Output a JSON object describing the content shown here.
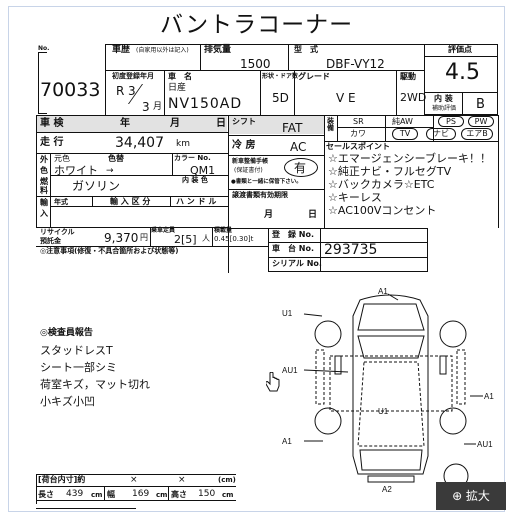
{
  "title": "バントラコーナー",
  "stock": {
    "no_label": "No.",
    "number": "70033"
  },
  "history": {
    "label": "車歴",
    "sub": "(自家用以外は記入)",
    "value": ""
  },
  "displacement": {
    "label": "排気量",
    "value": "1500"
  },
  "model": {
    "label": "型　式",
    "value": "DBF-VY12"
  },
  "score": {
    "label": "評価点",
    "value": "4.5"
  },
  "first_reg": {
    "label": "初度登録年月",
    "era": "R",
    "year": "3",
    "month": "3",
    "month_unit": "月"
  },
  "car_name": {
    "label": "車　名",
    "maker": "日産",
    "value": "NV150AD"
  },
  "doors": {
    "label": "形状・ドア数",
    "value": "5D"
  },
  "grade": {
    "label": "グレード",
    "value": "V E"
  },
  "drive": {
    "label": "駆動",
    "value": "2WD"
  },
  "interior": {
    "label1": "内 装",
    "label2": "補助評価",
    "value": "B"
  },
  "inspection": {
    "label": "車 検",
    "y": "年",
    "m": "月",
    "d": "日"
  },
  "mileage": {
    "label": "走 行",
    "value": "34,407",
    "unit": "km"
  },
  "shift": {
    "label": "シフト",
    "value": "FAT"
  },
  "aircon": {
    "label": "冷 房",
    "value": "AC"
  },
  "equip": {
    "label": "装備",
    "sr": "SR",
    "leather": "純AW",
    "ps": "PS",
    "pw": "PW",
    "kawa": "カワ",
    "tv": "TV",
    "navi": "ナビ",
    "airbag": "エアB"
  },
  "color": {
    "label1": "外",
    "label2": "色",
    "orig_label": "元色",
    "value": "ホワイト",
    "arrow": "→",
    "color_no_label": "カラー No.",
    "color_no": "QM1",
    "interior_label": "内 装 色"
  },
  "new_warranty": {
    "label1": "新車整備手帳",
    "label2": "(保証書付)",
    "value": "有",
    "note": "●書類と一緒に保管下さい。"
  },
  "fuel": {
    "label1": "燃",
    "label2": "料",
    "value": "ガソリン"
  },
  "sales_points": {
    "label": "セールスポイント",
    "items": [
      "☆エマージェンシーブレーキ！！",
      "☆純正ナビ・フルセグTV",
      "☆バックカメラ☆ETC",
      "☆キーレス",
      "☆AC100Vコンセント"
    ]
  },
  "import": {
    "label1": "輸",
    "label2": "入",
    "year": "年式",
    "cat_label": "輸 入 区 分",
    "handle_label": "ハ ン ド ル"
  },
  "doc_expiry": {
    "label": "譲渡書類有効期限",
    "m": "月",
    "d": "日"
  },
  "recycle": {
    "label1": "リサイクル",
    "label2": "預託金",
    "value": "9,370",
    "unit": "円",
    "capacity_label": "乗車定員",
    "capacity": "2[5]",
    "capacity_unit": "人",
    "load_label": "積載量",
    "load": "0.45[0.30]t"
  },
  "reg_no": {
    "label": "登　録 No.",
    "value": ""
  },
  "chassis": {
    "label": "車　台 No.",
    "value": "293735"
  },
  "serial": {
    "label": "シリアル No.",
    "value": ""
  },
  "notes": {
    "label": "◎注意事項(修復・不具合箇所および状態等)"
  },
  "inspector": {
    "label": "◎検査員報告",
    "items": [
      "スタッドレスT",
      "シート一部シミ",
      "荷室キズ，マット切れ",
      "小キズ小凹"
    ]
  },
  "diagram": {
    "a1_top": "A1",
    "u1_left": "U1",
    "au1_left": "AU1",
    "u1_center": "U1",
    "a1_right": "A1",
    "a1_bottom_left": "A1",
    "au1_right": "AU1",
    "a2_bottom": "A2"
  },
  "cargo": {
    "label": "[荷台内寸]約",
    "x1": "×",
    "x2": "×",
    "unit_cm": "(cm)",
    "len_label": "長さ",
    "len": "439",
    "len_unit": "cm",
    "width_label": "幅",
    "width": "169",
    "width_unit": "cm",
    "height_label": "高さ",
    "height": "150",
    "height_unit": "cm"
  },
  "zoom_button": {
    "label": "⊕ 拡大"
  }
}
